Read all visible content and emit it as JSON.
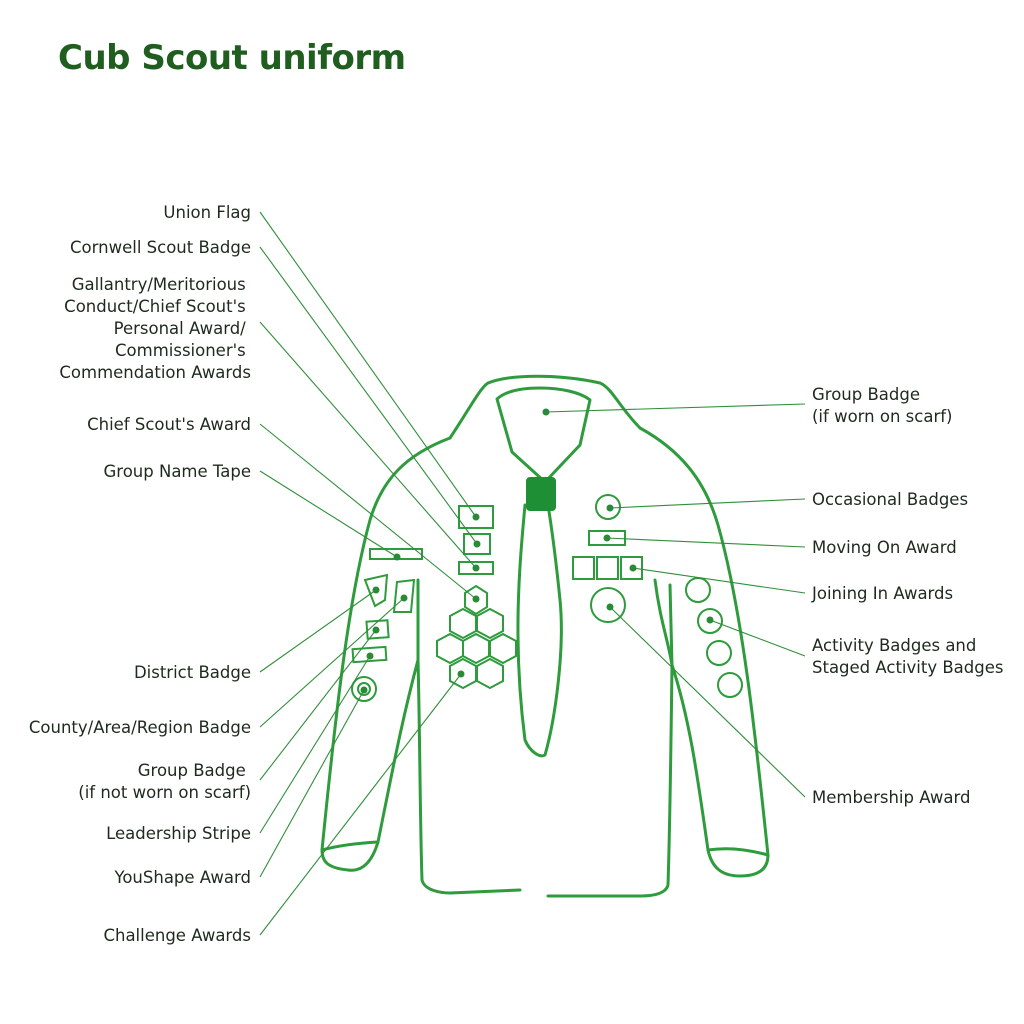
{
  "title": "Cub Scout uniform",
  "colors": {
    "accent": "#2e9b3c",
    "title": "#1f5e1f",
    "toggle": "#1f8f36"
  },
  "labels_left": [
    {
      "id": "union-flag",
      "lines": [
        "Union Flag"
      ]
    },
    {
      "id": "cornwell-scout-badge",
      "lines": [
        "Cornwell Scout Badge"
      ]
    },
    {
      "id": "gallantry-awards",
      "lines": [
        "Gallantry/Meritorious",
        "Conduct/Chief Scout's",
        "Personal Award/",
        "Commissioner's",
        "Commendation Awards"
      ]
    },
    {
      "id": "chief-scouts-award",
      "lines": [
        "Chief Scout's Award"
      ]
    },
    {
      "id": "group-name-tape",
      "lines": [
        "Group Name Tape"
      ]
    },
    {
      "id": "district-badge",
      "lines": [
        "District Badge"
      ]
    },
    {
      "id": "county-area-region-badge",
      "lines": [
        "County/Area/Region Badge"
      ]
    },
    {
      "id": "group-badge-not-scarf",
      "lines": [
        "Group Badge",
        "(if not worn on scarf)"
      ]
    },
    {
      "id": "leadership-stripe",
      "lines": [
        "Leadership Stripe"
      ]
    },
    {
      "id": "youshape-award",
      "lines": [
        "YouShape Award"
      ]
    },
    {
      "id": "challenge-awards",
      "lines": [
        "Challenge Awards"
      ]
    }
  ],
  "labels_right": [
    {
      "id": "group-badge-scarf",
      "lines": [
        "Group Badge",
        "(if worn on scarf)"
      ]
    },
    {
      "id": "occasional-badges",
      "lines": [
        "Occasional Badges"
      ]
    },
    {
      "id": "moving-on-award",
      "lines": [
        "Moving On Award"
      ]
    },
    {
      "id": "joining-in-awards",
      "lines": [
        "Joining In Awards"
      ]
    },
    {
      "id": "activity-badges",
      "lines": [
        "Activity Badges and",
        "Staged Activity Badges"
      ]
    },
    {
      "id": "membership-award",
      "lines": [
        "Membership Award"
      ]
    }
  ]
}
